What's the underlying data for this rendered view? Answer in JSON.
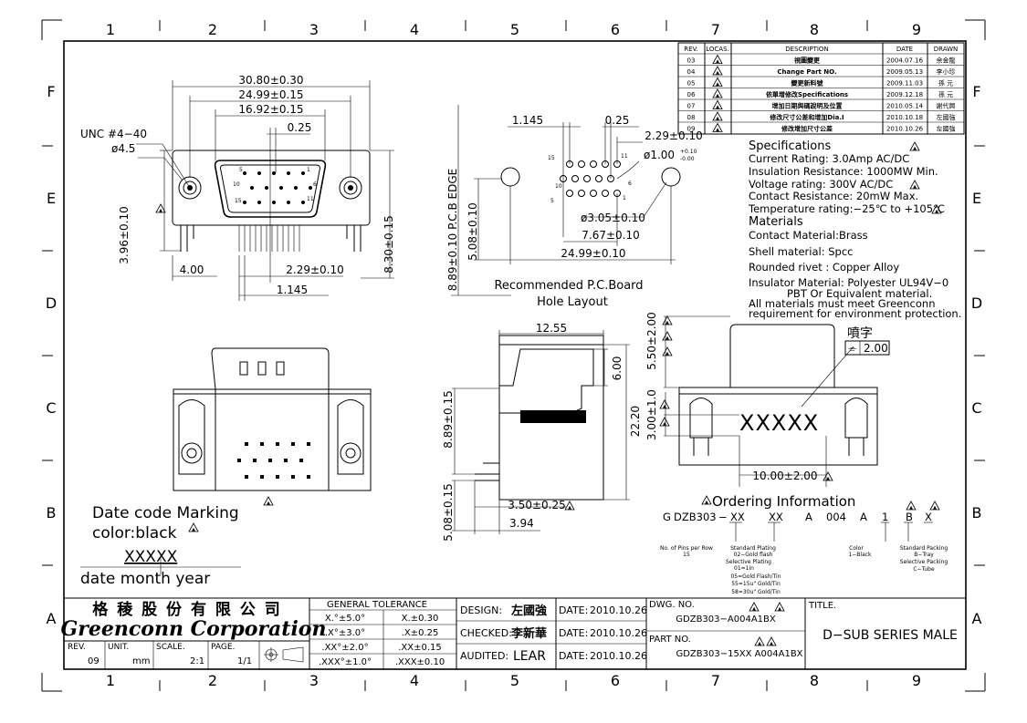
{
  "zones_top": [
    "1",
    "2",
    "3",
    "4",
    "5",
    "6",
    "7",
    "8",
    "9"
  ],
  "zones_side": [
    "F",
    "E",
    "D",
    "C",
    "B",
    "A"
  ],
  "revisions": {
    "headers": [
      "REV.",
      "LOCAS.",
      "DESCRIPTION",
      "DATE",
      "DRAWN"
    ],
    "rows": [
      {
        "rev": "03",
        "desc": "視圖變更",
        "date": "2004.07.16",
        "drawn": "余金龍"
      },
      {
        "rev": "04",
        "desc": "Change Part NO.",
        "date": "2009.05.13",
        "drawn": "李小珍"
      },
      {
        "rev": "05",
        "desc": "變更新料號",
        "date": "2009.11.03",
        "drawn": "孫 元"
      },
      {
        "rev": "06",
        "desc": "依單增修改Specifications",
        "date": "2009.12.18",
        "drawn": "孫 元"
      },
      {
        "rev": "07",
        "desc": "增加日期與碼說明及位置",
        "date": "2010.05.14",
        "drawn": "謝代興"
      },
      {
        "rev": "08",
        "desc": "修改尺寸公差和增加Dia.I",
        "date": "2010.10.18",
        "drawn": "左國強"
      },
      {
        "rev": "09",
        "desc": "修改增加尺寸公差",
        "date": "2010.10.26",
        "drawn": "左國強"
      }
    ]
  },
  "front_view": {
    "unc": "UNC #4−40",
    "hole": "ø4.5",
    "d1": "30.80±0.30",
    "d2": "24.99±0.15",
    "d3": "16.92±0.15",
    "d4": "0.25",
    "d5": "3.96±0.10",
    "d6": "8.30±0.15",
    "d7": "4.00",
    "d8": "2.29±0.10",
    "d9": "1.145",
    "pin5": "5",
    "pin1": "1",
    "pin10": "10",
    "pin6": "6",
    "pin15": "15",
    "pin11": "11"
  },
  "pcb": {
    "d1": "1.145",
    "d2": "0.25",
    "d3": "2.29±0.10",
    "d4": "ø1.00",
    "d4a": "+0.10",
    "d4b": "-0.00",
    "d5": "ø3.05±0.10",
    "d6": "7.67±0.10",
    "d7": "24.99±0.10",
    "d8": "5.08±0.10",
    "d9": "8.89±0.10 P.C.B EDGE",
    "p15": "15",
    "p11": "11",
    "p10": "10",
    "p6": "6",
    "p5": "5",
    "p1": "1",
    "caption1": "Recommended P.C.Board",
    "caption2": "Hole Layout"
  },
  "specs": {
    "title": "Specifications",
    "lines": [
      "Current Rating: 3.0Amp AC/DC",
      "Insulation Resistance: 1000MW Min.",
      "Voltage rating: 300V AC/DC",
      "Contact Resistance: 20mW Max.",
      "Temperature rating:−25℃ to +105℃"
    ],
    "materials_title": "Materials",
    "materials": [
      "Contact Material:Brass",
      "Shell material: Spcc",
      "Rounded rivet : Copper Alloy",
      "Insulator Material: Polyester UL94V−0"
    ],
    "materials_2": [
      "PBT Or Equivalent material.",
      "All materials must meet Greenconn",
      "requirement for environment protection."
    ]
  },
  "side_view": {
    "d1": "12.55",
    "d2": "6.00",
    "d3": "22.20",
    "d4": "8.89±0.15",
    "d5": "5.08±0.15",
    "d6": "3.50±0.25",
    "d7": "3.94"
  },
  "marking_view": {
    "d1": "5.50±2.00",
    "d2": "3.00±1.0",
    "d3": "10.00±2.00",
    "label": "噴字",
    "size": "2.00",
    "xs": "XXXXX"
  },
  "date_code": {
    "line1": "Date code Marking",
    "line2": "color:black",
    "xs": "XXXXX",
    "line3": "date  month  year"
  },
  "ordering": {
    "title": "Ordering Information",
    "code": [
      "G",
      "DZB303",
      "−",
      "XX",
      "XX",
      "A",
      "004",
      "A",
      "1",
      "B",
      "X"
    ],
    "notes": [
      [
        "No. of Pins per Row",
        "15"
      ],
      [
        "Standard Plating",
        "02−Gold flash",
        "Selective Plating",
        "01=1in",
        "05=Gold Flash/Tin",
        "55=15u\" Gold/Tin",
        "58=30u\" Gold/Tin"
      ],
      [
        "Color",
        "1−Black"
      ],
      [
        "Standard Packing",
        "B−Tray",
        "Selective Packing",
        "C−Tube"
      ]
    ]
  },
  "title_block": {
    "company_cn": "格 稜 股 份 有 限 公 司",
    "company_en": "Greenconn Corporation",
    "rev_label": "REV.",
    "rev": "09",
    "unit_label": "UNIT.",
    "unit": "mm",
    "scale_label": "SCALE.",
    "scale": "2:1",
    "page_label": "PAGE.",
    "page": "1/1",
    "tol_title": "GENERAL TOLERANCE",
    "tol": [
      [
        "X.°±5.0°",
        "X.±0.30"
      ],
      [
        ".X°±3.0°",
        ".X±0.25"
      ],
      [
        ".XX°±2.0°",
        ".XX±0.15"
      ],
      [
        ".XXX°±1.0°",
        ".XXX±0.10"
      ]
    ],
    "design_label": "DESIGN:",
    "design": "左國強",
    "checked_label": "CHECKED:",
    "checked": "李新華",
    "audited_label": "AUDITED:",
    "audited": "LEAR",
    "date_label": "DATE:",
    "date": "2010.10.26",
    "dwg_label": "DWG. NO.",
    "dwg": "GDZB303−A004A1BX",
    "part_label": "PART NO.",
    "part": "GDZB303−15XX A004A1BX",
    "title_label": "TITLE.",
    "title": "D−SUB SERIES MALE"
  }
}
